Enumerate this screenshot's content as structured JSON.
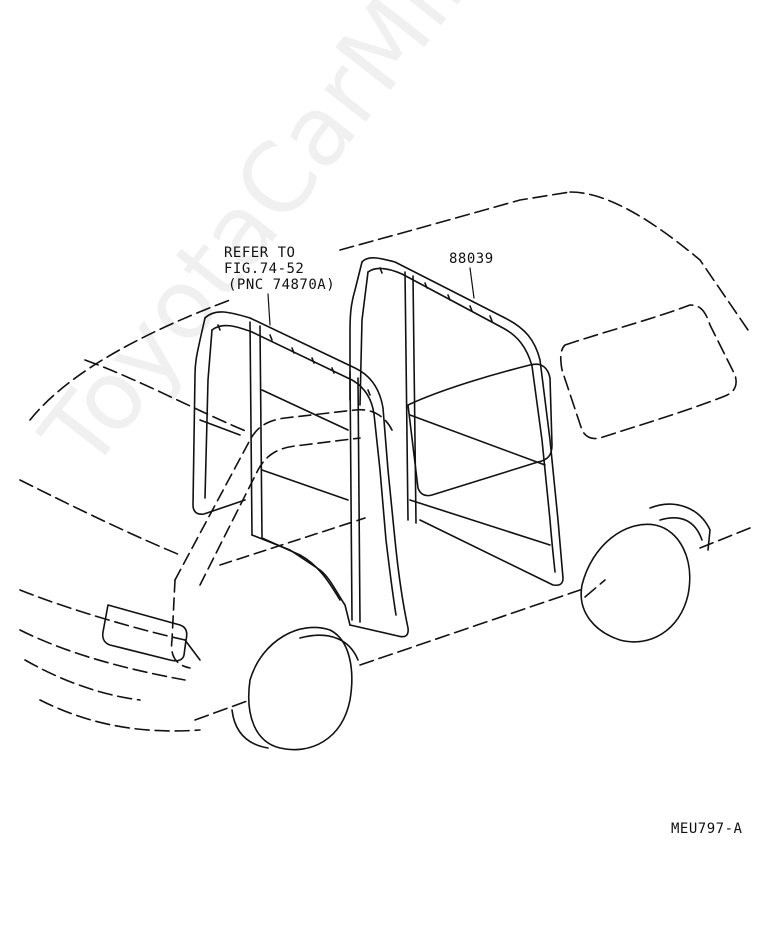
{
  "watermark": "ToyotaCarMine.ru",
  "callouts": {
    "refer_line1": "REFER TO",
    "refer_line2": "FIG.74-52",
    "refer_line3": "(PNC 74870A)",
    "part_number": "88039"
  },
  "figure_code": "MEU797-A"
}
